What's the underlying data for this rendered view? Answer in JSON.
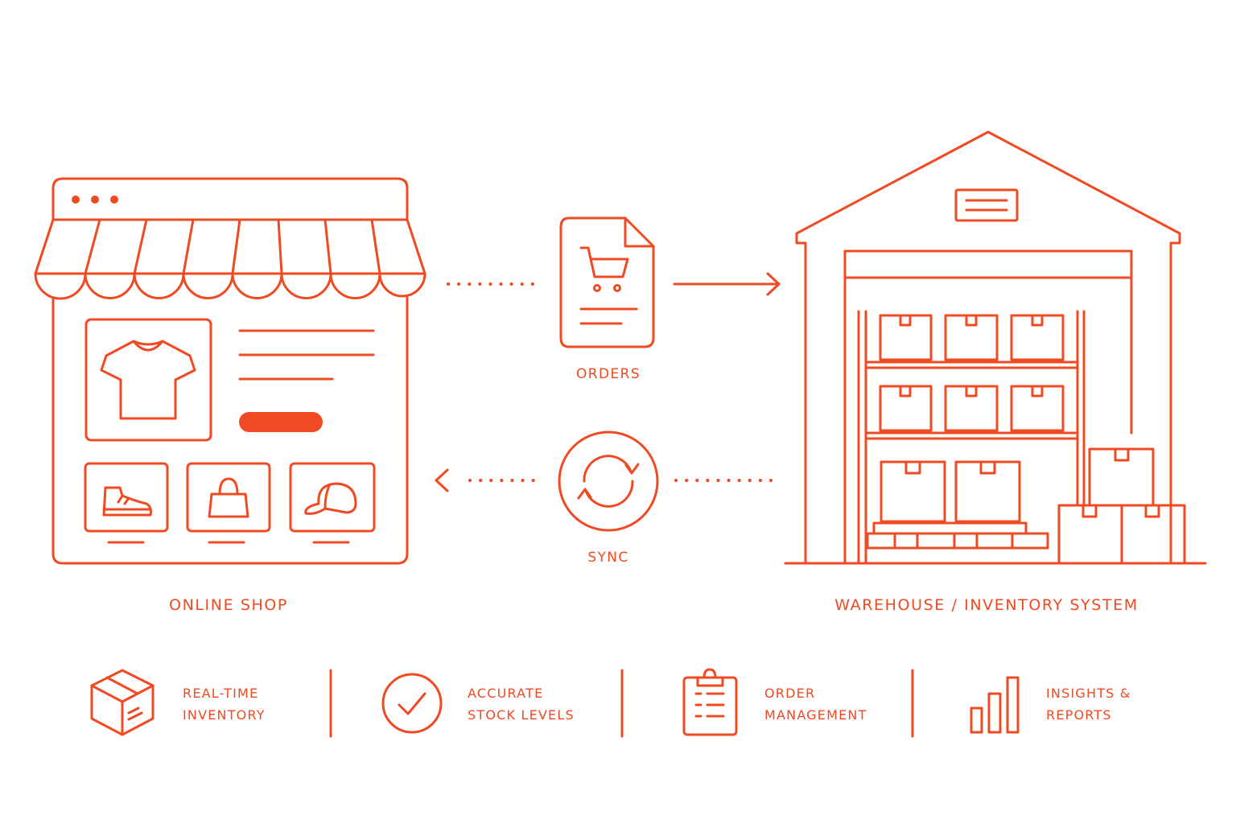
{
  "colors": {
    "accent": "#F04A22",
    "background": "#FFFFFF"
  },
  "nodes": {
    "shop": {
      "label": "ONLINE SHOP",
      "icon": "storefront-icon"
    },
    "warehouse": {
      "label": "WAREHOUSE / INVENTORY SYSTEM",
      "icon": "warehouse-icon"
    },
    "orders": {
      "label": "ORDERS",
      "icon": "order-document-cart-icon"
    },
    "sync": {
      "label": "SYNC",
      "icon": "sync-icon"
    }
  },
  "shop_products": [
    {
      "icon": "tshirt-icon"
    },
    {
      "icon": "sneaker-icon"
    },
    {
      "icon": "handbag-icon"
    },
    {
      "icon": "cap-icon"
    }
  ],
  "edges": [
    {
      "from": "shop",
      "to": "orders",
      "style": "dotted"
    },
    {
      "from": "orders",
      "to": "warehouse",
      "style": "solid-arrow"
    },
    {
      "from": "warehouse",
      "to": "sync",
      "style": "dotted"
    },
    {
      "from": "sync",
      "to": "shop",
      "style": "dotted-arrow"
    }
  ],
  "features": [
    {
      "icon": "box-icon",
      "line1": "REAL-TIME",
      "line2": "INVENTORY"
    },
    {
      "icon": "check-circle-icon",
      "line1": "ACCURATE",
      "line2": "STOCK LEVELS"
    },
    {
      "icon": "clipboard-icon",
      "line1": "ORDER",
      "line2": "MANAGEMENT"
    },
    {
      "icon": "bar-chart-icon",
      "line1": "INSIGHTS &",
      "line2": "REPORTS"
    }
  ]
}
